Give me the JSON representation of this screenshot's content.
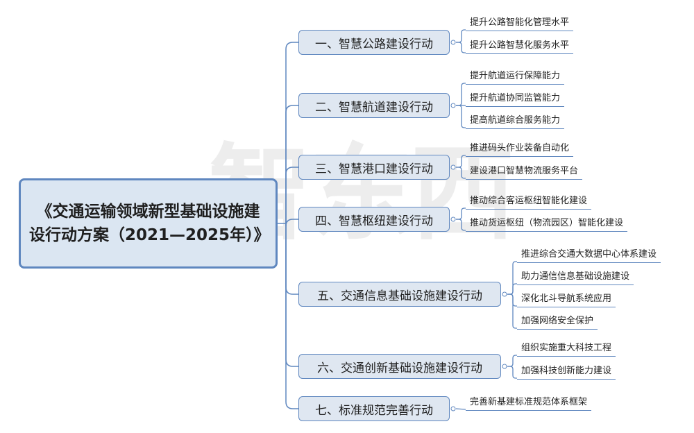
{
  "watermark": "智东西",
  "root": {
    "title": "《交通运输领域新型基础设施建设行动方案（2021—2025年）》"
  },
  "branches": [
    {
      "label": "一、智慧公路建设行动",
      "items": [
        "提升公路智能化管理水平",
        "提升公路智慧化服务水平"
      ]
    },
    {
      "label": "二、智慧航道建设行动",
      "items": [
        "提升航道运行保障能力",
        "提升航道协同监管能力",
        "提高航道综合服务能力"
      ]
    },
    {
      "label": "三、智慧港口建设行动",
      "items": [
        "推进码头作业装备自动化",
        "建设港口智慧物流服务平台"
      ]
    },
    {
      "label": "四、智慧枢纽建设行动",
      "items": [
        "推动综合客运枢纽智能化建设",
        "推动货运枢纽（物流园区）智能化建设"
      ]
    },
    {
      "label": "五、交通信息基础设施建设行动",
      "items": [
        "推进综合交通大数据中心体系建设",
        "助力通信信息基础设施建设",
        "深化北斗导航系统应用",
        "加强网络安全保护"
      ]
    },
    {
      "label": "六、交通创新基础设施建设行动",
      "items": [
        "组织实施重大科技工程",
        "加强科技创新能力建设"
      ]
    },
    {
      "label": "七、标准规范完善行动",
      "items": [
        "完善新基建标准规范体系框架"
      ]
    }
  ],
  "colors": {
    "connector": "#5f87bf",
    "box_fill": "#dfe7f1",
    "root_fill": "#dbe6f2"
  }
}
